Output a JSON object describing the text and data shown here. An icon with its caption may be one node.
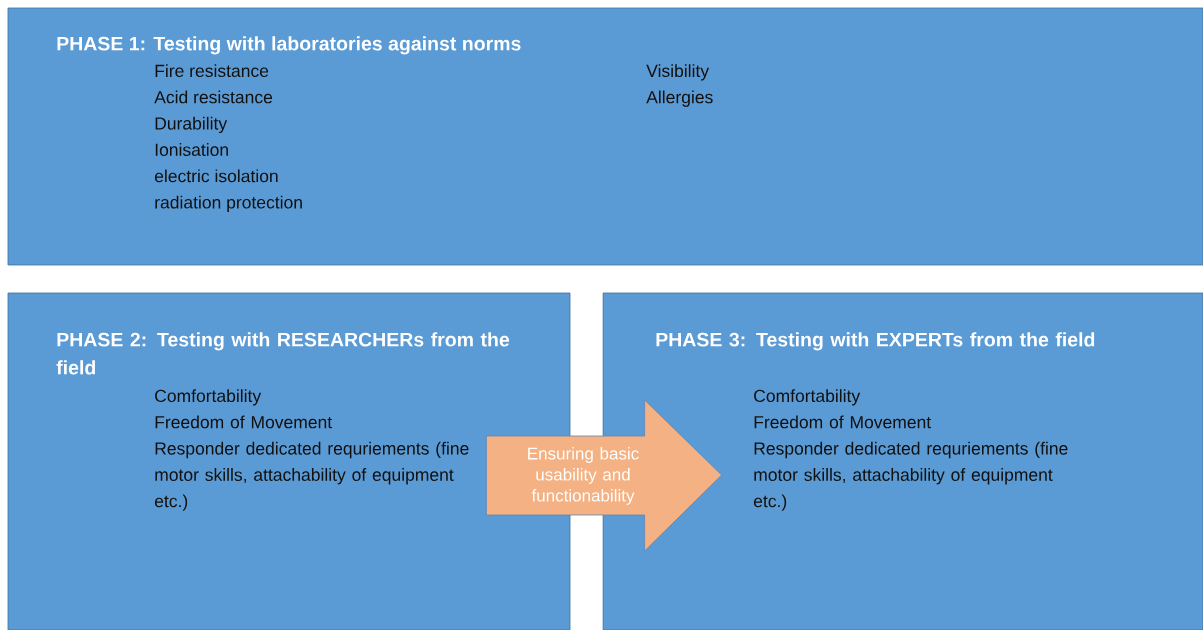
{
  "diagram": {
    "nodes": [
      {
        "text": [
          "PHASE 1: Testing with laboratories against norms",
          "Fire resistance",
          "Acid resistance",
          "Durability",
          "Ionisation",
          "electric isolation",
          "radiation protection",
          "Visibility",
          "Allergies"
        ]
      },
      {
        "text": [
          "PHASE 2: Testing with RESEARCHERs from the field",
          "Comfortability",
          "Freedom of Movement",
          "Responder dedicated requriements (fine motor skills, attachability of equipment etc.)"
        ]
      },
      {
        "text": [
          "PHASE 3: Testing with EXPERTs from the field",
          "Comfortability",
          "Freedom of Movement",
          "Responder dedicated requriements (fine motor skills, attachability of equipment etc.)"
        ]
      }
    ],
    "edges": [
      {
        "from": 1,
        "to": 2,
        "arrow": "to",
        "label": "Ensuring basic usability and functionability"
      }
    ]
  }
}
